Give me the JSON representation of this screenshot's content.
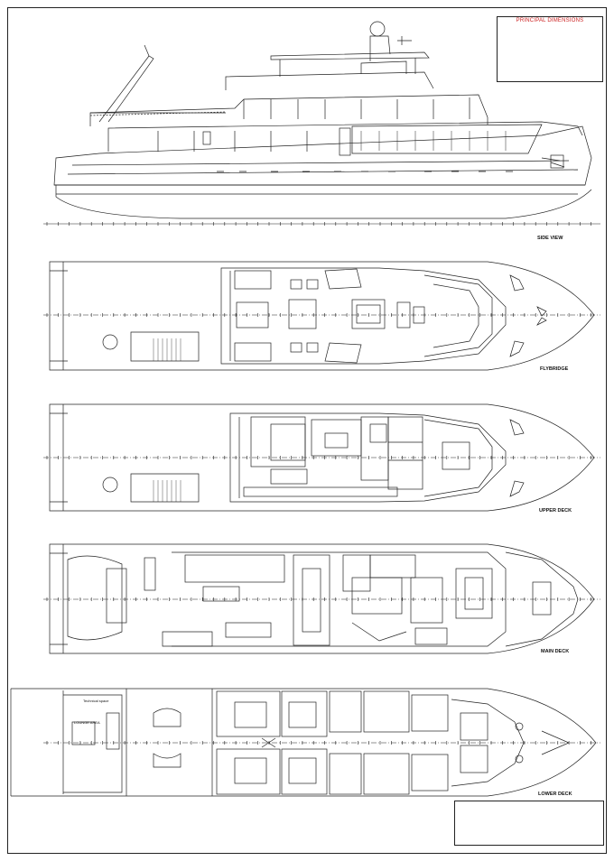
{
  "principal_dimensions": {
    "title": "PRINCIPAL DIMENSIONS"
  },
  "views": {
    "side": "SIDE VIEW",
    "flybridge": "FLYBRIDGE",
    "upper": "UPPER DECK",
    "main": "MAIN DECK",
    "lower": "LOWER DECK"
  },
  "lower_labels": {
    "lounge": "LOUNGE AREA",
    "technical": "Technical space"
  },
  "colors": {
    "line": "#222222",
    "title_red": "#cc2222"
  }
}
